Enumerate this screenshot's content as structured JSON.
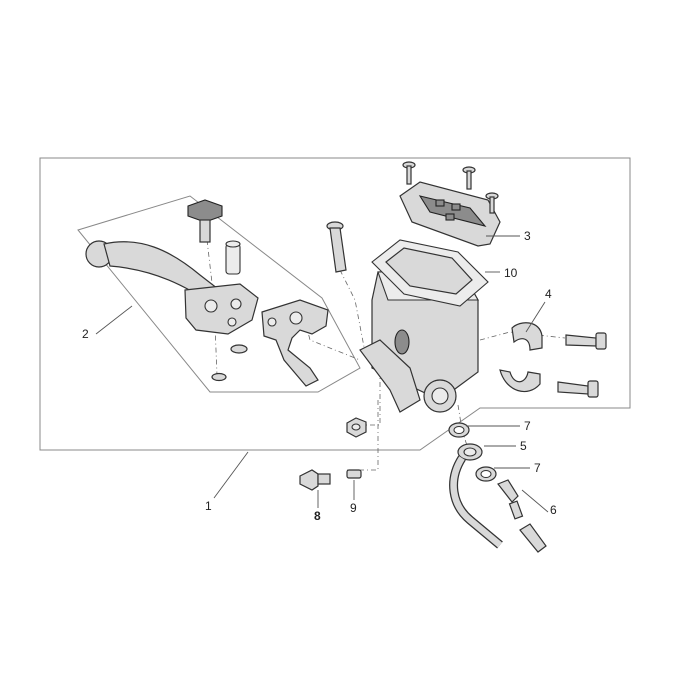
{
  "callouts": {
    "c1": "1",
    "c2": "2",
    "c3": "3",
    "c4": "4",
    "c5": "5",
    "c6": "6",
    "c7a": "7",
    "c7b": "7",
    "c8": "8",
    "c9": "9",
    "c10": "10"
  },
  "colors": {
    "line": "#333333",
    "fill": "#d9d9d9",
    "background": "#ffffff"
  }
}
